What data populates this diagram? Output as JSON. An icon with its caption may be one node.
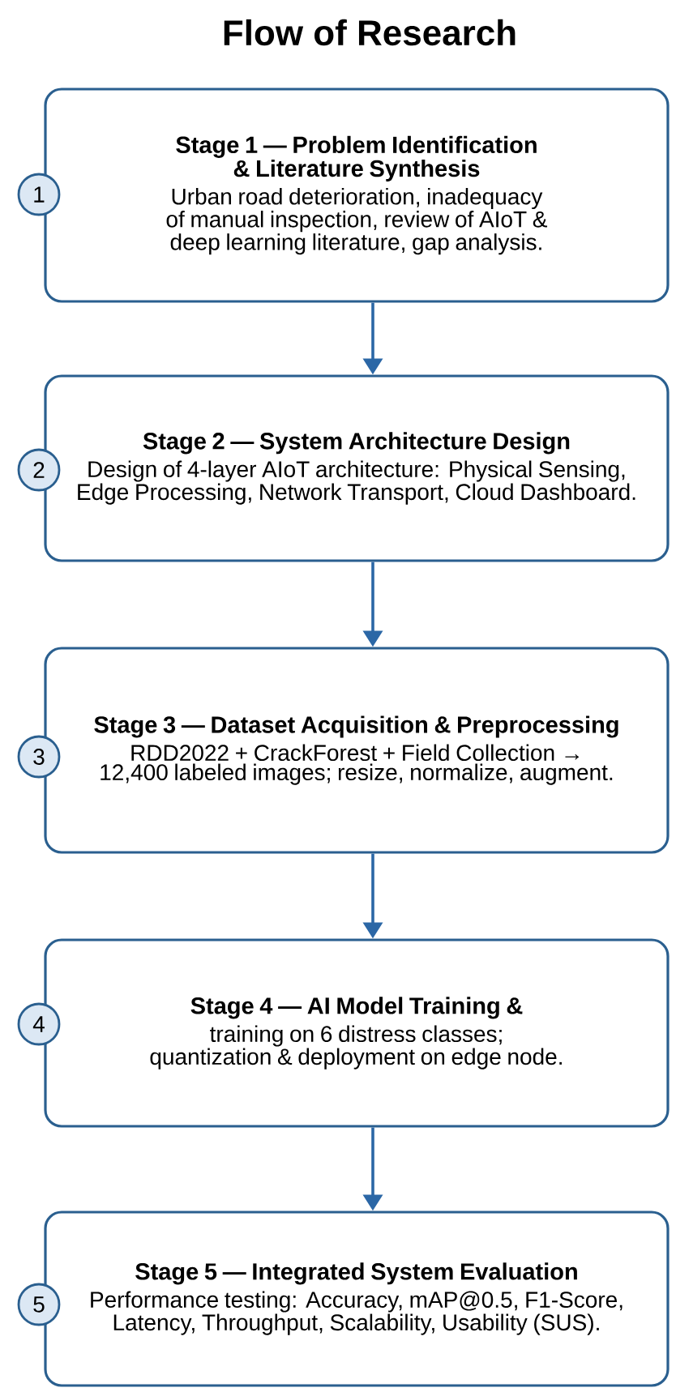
{
  "diagram": {
    "title": "Flow of Research",
    "nodes": [
      {
        "text": [
          "Stage 1 — Problem Identification & Literature Synthesis",
          "Urban road deterioration, inadequacy of manual inspection, review of AIoT & deep learning literature, gap analysis."
        ]
      },
      {
        "text": [
          "1"
        ]
      },
      {
        "text": [
          "Stage 2 — System Architecture Design",
          "Design of 4-layer AIoT architecture: Physical Sensing, Edge Processing, Network Transport, Cloud Dashboard."
        ]
      },
      {
        "text": [
          "2"
        ]
      },
      {
        "text": [
          "Stage 3 — Dataset Acquisition & Preprocessing",
          "RDD2022 + CrackForest + Field Collection → 12,400 labeled images; resize, normalize, augment."
        ]
      },
      {
        "text": [
          "3"
        ]
      },
      {
        "text": [
          "Stage 4 — AI Model Training &",
          "training on 6 distress classes; quantization & deployment on edge node."
        ]
      },
      {
        "text": [
          "4"
        ]
      },
      {
        "text": [
          "Stage 5 — Integrated System Evaluation",
          "Performance testing: Accuracy, mAP@0.5, F1-Score, Latency, Throughput, Scalability, Usability (SUS)."
        ]
      },
      {
        "text": [
          "5"
        ]
      }
    ],
    "edges": [
      {
        "from": 0,
        "to": 2,
        "arrow": "to"
      },
      {
        "from": 2,
        "to": 4,
        "arrow": "to"
      },
      {
        "from": 4,
        "to": 6,
        "arrow": "to"
      },
      {
        "from": 6,
        "to": 8,
        "arrow": "to"
      }
    ]
  }
}
